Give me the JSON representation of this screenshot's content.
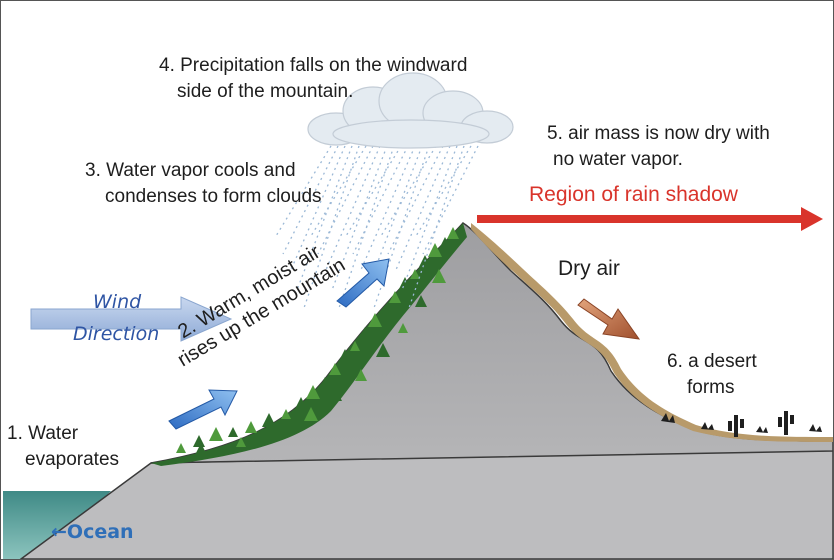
{
  "labels": {
    "step1_line1": "1. Water",
    "step1_line2": "evaporates",
    "step2_line1": "2. Warm, moist air",
    "step2_line2": "rises up the mountain",
    "step3_line1": "3. Water vapor cools and",
    "step3_line2": "condenses to form clouds",
    "step4_line1": "4. Precipitation falls on the windward",
    "step4_line2": "side of the mountain.",
    "step5_line1": "5. air mass is now dry with",
    "step5_line2": "no water vapor.",
    "step6_line1": "6. a desert",
    "step6_line2": "forms",
    "rain_shadow": "Region of rain shadow",
    "dry_air": "Dry air",
    "wind_line1": "Wind",
    "wind_line2": "Direction",
    "ocean": "←Ocean"
  },
  "colors": {
    "mountain": "#a9a9ab",
    "mountain_dark": "#8c8c8f",
    "ground_front": "#b9b9bb",
    "forest": "#2e6a2c",
    "forest_light": "#4f9a3c",
    "ocean": "#3f8a86",
    "ocean_light": "#7cb9b3",
    "dry_soil": "#b89a6a",
    "cloud": "#dfe7ee",
    "rain": "#9bb8d6",
    "blue_arrow": "#3f7fd0",
    "wind_arrow": "#9fb8de",
    "red_arrow": "#d9342b",
    "brown_arrow": "#b2603a",
    "desert_plants": "#1f1f1f"
  },
  "icons": {
    "cloud": "cloud-icon",
    "rain": "rain-icon",
    "wind_arrow": "wind-arrow-icon",
    "air_arrow": "up-right-arrow-icon",
    "dry_air_arrow": "down-right-arrow-icon",
    "rain_shadow_arrow": "right-arrow-icon",
    "trees": "tree-icon",
    "cactus": "cactus-icon"
  }
}
